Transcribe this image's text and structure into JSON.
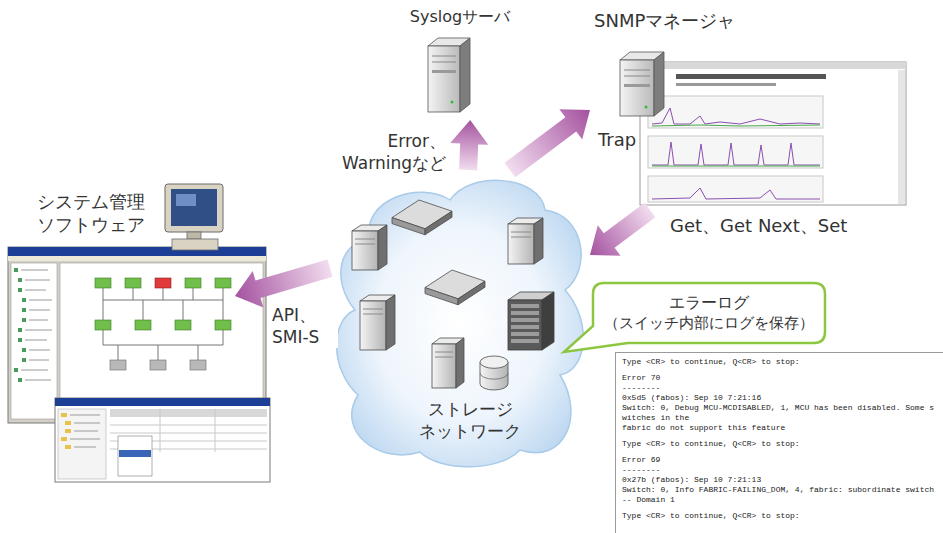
{
  "diagram": {
    "nodes": [
      {
        "text": [
          "Syslogサーバ"
        ]
      },
      {
        "text": [
          "SNMPマネージャ"
        ]
      },
      {
        "text": [
          "システム管理 ソフトウェア"
        ]
      },
      {
        "text": [
          "ストレージ ネットワーク"
        ]
      },
      {
        "text": [
          "エラーログ",
          "（スイッチ内部にログを保存）"
        ]
      }
    ],
    "edges": [
      {
        "from": 3,
        "to": 0,
        "arrow": "to",
        "label": "Error、 Warningなど"
      },
      {
        "from": 3,
        "to": 1,
        "arrow": "to",
        "label": "Trap"
      },
      {
        "from": 1,
        "to": 3,
        "arrow": "to",
        "label": "Get、Get Next、Set"
      },
      {
        "from": 3,
        "to": 2,
        "arrow": "to",
        "label": "API、 SMI-S"
      }
    ],
    "labels": [
      "Type <CR> to continue, Q<CR> to stop:",
      "Error 70",
      "--------",
      "0x5d5 (fabos): Sep 10 7:21:16",
      "Switch: 0, Debug MCU-MCDISABLED, 1, MCU has been disabled. Some switches in the",
      "fabric do not support this feature",
      "Type <CR> to continue, Q<CR> to stop:",
      "Error 69",
      "--------",
      "0x27b (fabos): Sep 10 7:21:13",
      "Switch: 0, Info FABRIC-FAILING_DOM, 4, fabric: subordinate switch -- Domain 1",
      "Type <CR> to continue, Q<CR> to stop:"
    ]
  }
}
